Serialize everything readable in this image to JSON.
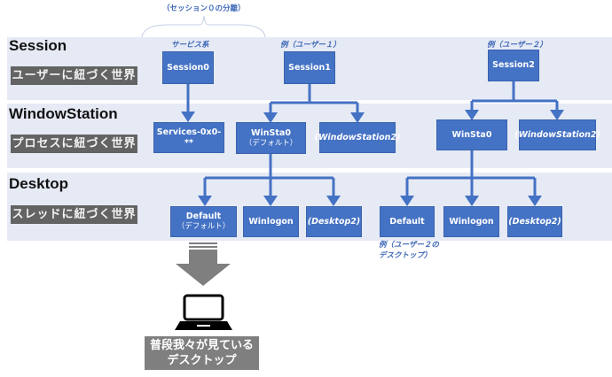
{
  "top_note": "（セッション０の分離）",
  "layers": [
    {
      "title": "Session",
      "description": "ユーザーに紐づく世界"
    },
    {
      "title": "WindowStation",
      "description": "プロセスに紐づく世界"
    },
    {
      "title": "Desktop",
      "description": "スレッドに紐づく世界"
    }
  ],
  "annotations": {
    "service": "サービス系",
    "user1": "例（ユーザー１）",
    "user2": "例（ユーザー２）",
    "user2_desktop_line1": "例（ユーザー２の",
    "user2_desktop_line2": "デスクトップ）"
  },
  "sessions": {
    "s0": "Session0",
    "s1": "Session1",
    "s2": "Session2"
  },
  "stations": {
    "services": "Services-0x0-**",
    "winsta0_default": "WinSta0",
    "winsta0_default_sub": "（デフォルト）",
    "ws2_a": "(WindowStation2)",
    "winsta0_b": "WinSta0",
    "ws2_b": "(WindowStation2)"
  },
  "desktops": {
    "default_a": "Default",
    "default_a_sub": "（デフォルト）",
    "winlogon_a": "Winlogon",
    "desktop2_a": "(Desktop2)",
    "default_b": "Default",
    "winlogon_b": "Winlogon",
    "desktop2_b": "(Desktop2)"
  },
  "bottom": {
    "icon": "laptop-icon",
    "label_line1": "普段我々が見ている",
    "label_line2": "デスクトップ"
  },
  "colors": {
    "node": "#4472c4",
    "band": "#e6eaf5",
    "label": "#636363",
    "note": "#3f69b8"
  }
}
